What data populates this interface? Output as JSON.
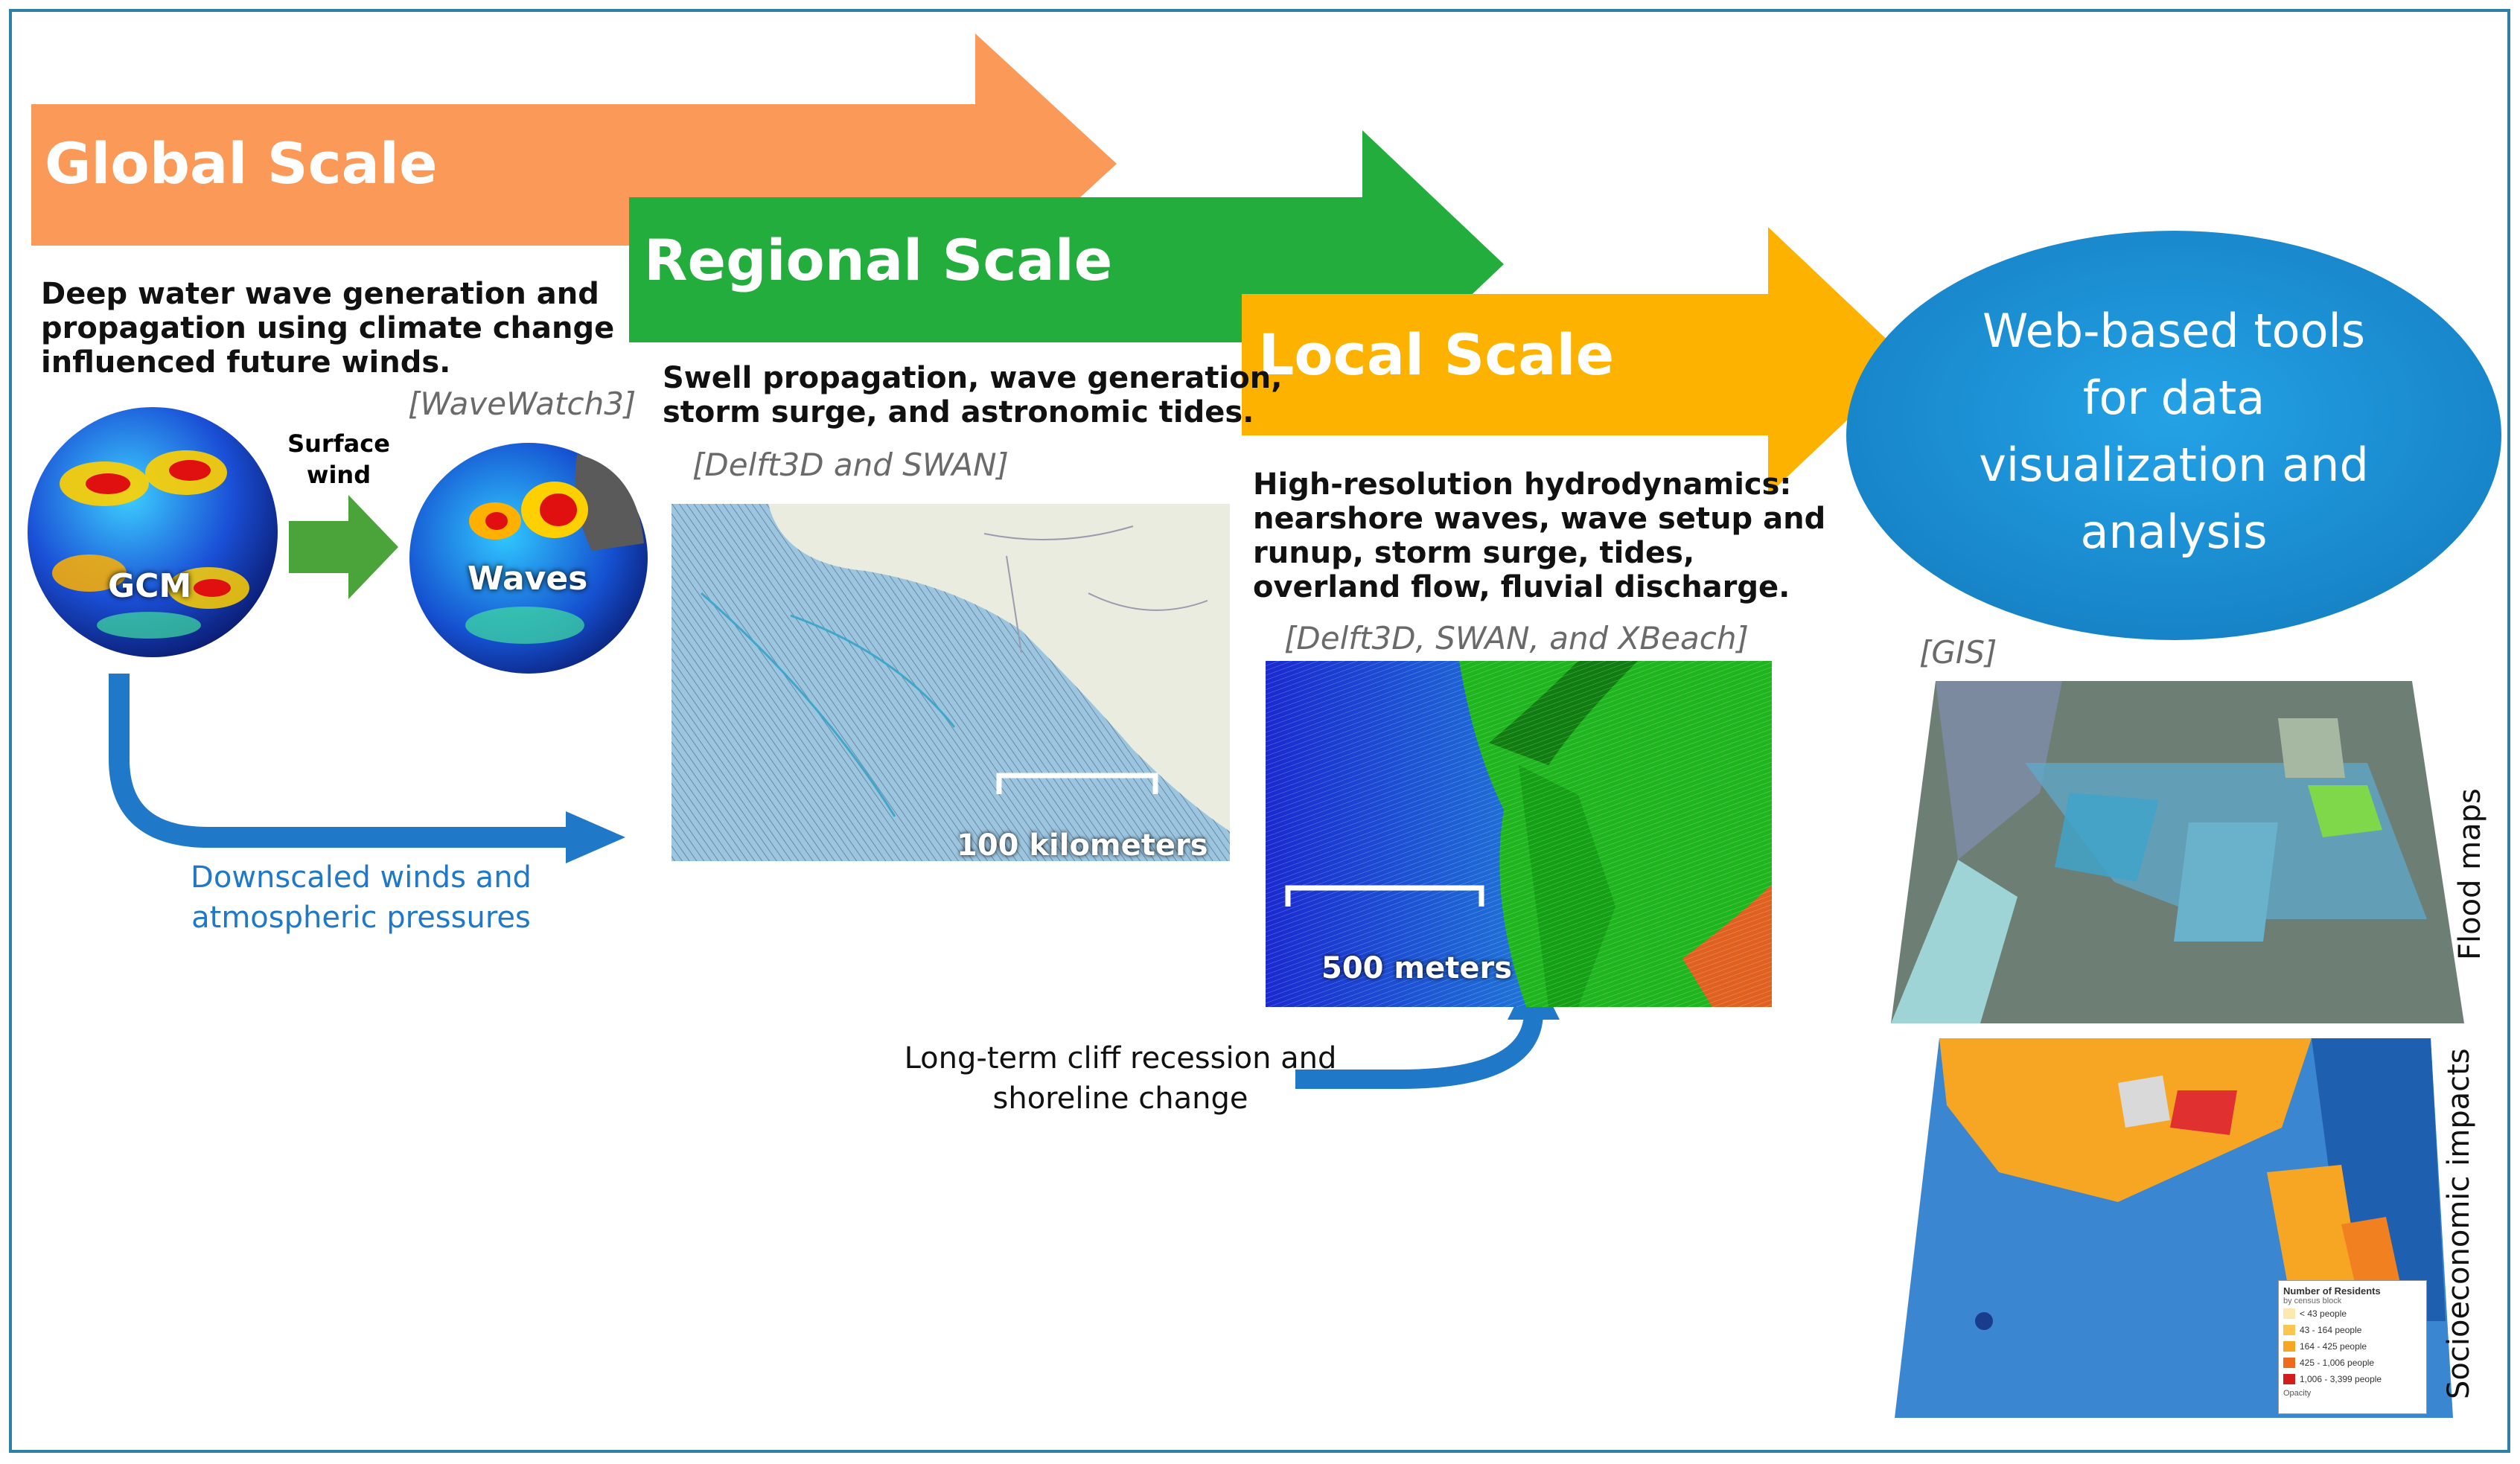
{
  "arrows": {
    "global": {
      "label": "Global Scale",
      "color": "#fb9a58"
    },
    "regional": {
      "label": "Regional Scale",
      "color": "#22ad3c"
    },
    "local": {
      "label": "Local Scale",
      "color": "#fdb200"
    }
  },
  "global": {
    "description": [
      "Deep water wave generation and",
      "propagation using climate change",
      "influenced future winds."
    ],
    "tool": "[WaveWatch3]",
    "arrow_label": [
      "Surface",
      "wind"
    ],
    "globe_left_label": "GCM",
    "globe_right_label": "Waves",
    "downscale_note": [
      "Downscaled winds and",
      "atmospheric pressures"
    ],
    "downscale_color": "#1f78c8"
  },
  "regional": {
    "description": [
      "Swell propagation, wave generation,",
      "storm surge, and astronomic tides."
    ],
    "tool": "[Delft3D and SWAN]",
    "scale_bar": "100 kilometers"
  },
  "local": {
    "description": [
      "High-resolution hydrodynamics:",
      "nearshore waves, wave setup and",
      "runup, storm surge, tides,",
      "overland flow, fluvial discharge."
    ],
    "tool": "[Delft3D, SWAN, and XBeach]",
    "scale_bar": "500 meters",
    "cliff_note": [
      "Long-term cliff recession and",
      "shoreline change"
    ]
  },
  "web_tools": {
    "text": [
      "Web-based tools",
      "for data",
      "visualization and",
      "analysis"
    ],
    "color": "#1b8fd6",
    "tool": "[GIS]",
    "flood_label": "Flood maps",
    "socio_label": "Socioeconomic impacts"
  },
  "legend": {
    "title": "Number of Residents",
    "subtitle": "by census block",
    "items": [
      "< 43 people",
      "43 - 164 people",
      "164 - 425 people",
      "425 - 1,006 people",
      "1,006 - 3,399 people"
    ],
    "footer": "Opacity"
  }
}
